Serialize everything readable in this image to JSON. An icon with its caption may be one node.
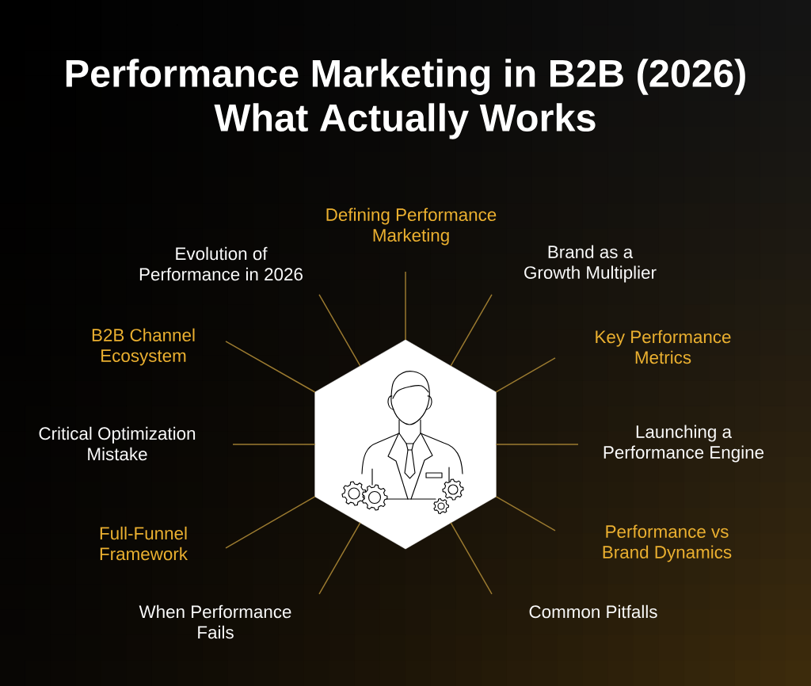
{
  "diagram": {
    "title": "Performance Marketing in B2B (2026) What Actually Works",
    "nodes": [
      {
        "text": [],
        "shape": "hexagon"
      },
      {
        "text": [
          "Defining Performance Marketing"
        ]
      },
      {
        "text": [
          "Evolution of Performance in 2026"
        ]
      },
      {
        "text": [
          "Brand as a Growth Multiplier"
        ]
      },
      {
        "text": [
          "B2B Channel Ecosystem"
        ]
      },
      {
        "text": [
          "Key Performance Metrics"
        ]
      },
      {
        "text": [
          "Critical Optimization Mistake"
        ]
      },
      {
        "text": [
          "Launching a Performance Engine"
        ]
      },
      {
        "text": [
          "Full-Funnel Framework"
        ]
      },
      {
        "text": [
          "Performance vs Brand Dynamics"
        ]
      },
      {
        "text": [
          "When Performance Fails"
        ]
      },
      {
        "text": [
          "Common Pitfalls"
        ]
      }
    ],
    "edges": [
      {
        "from": 0,
        "to": 1,
        "arrow": "none"
      },
      {
        "from": 0,
        "to": 2,
        "arrow": "none"
      },
      {
        "from": 0,
        "to": 3,
        "arrow": "none"
      },
      {
        "from": 0,
        "to": 4,
        "arrow": "none"
      },
      {
        "from": 0,
        "to": 5,
        "arrow": "none"
      },
      {
        "from": 0,
        "to": 6,
        "arrow": "none"
      },
      {
        "from": 0,
        "to": 7,
        "arrow": "none"
      },
      {
        "from": 0,
        "to": 8,
        "arrow": "none"
      },
      {
        "from": 0,
        "to": 9,
        "arrow": "none"
      },
      {
        "from": 0,
        "to": 10,
        "arrow": "none"
      },
      {
        "from": 0,
        "to": 11,
        "arrow": "none"
      }
    ]
  }
}
